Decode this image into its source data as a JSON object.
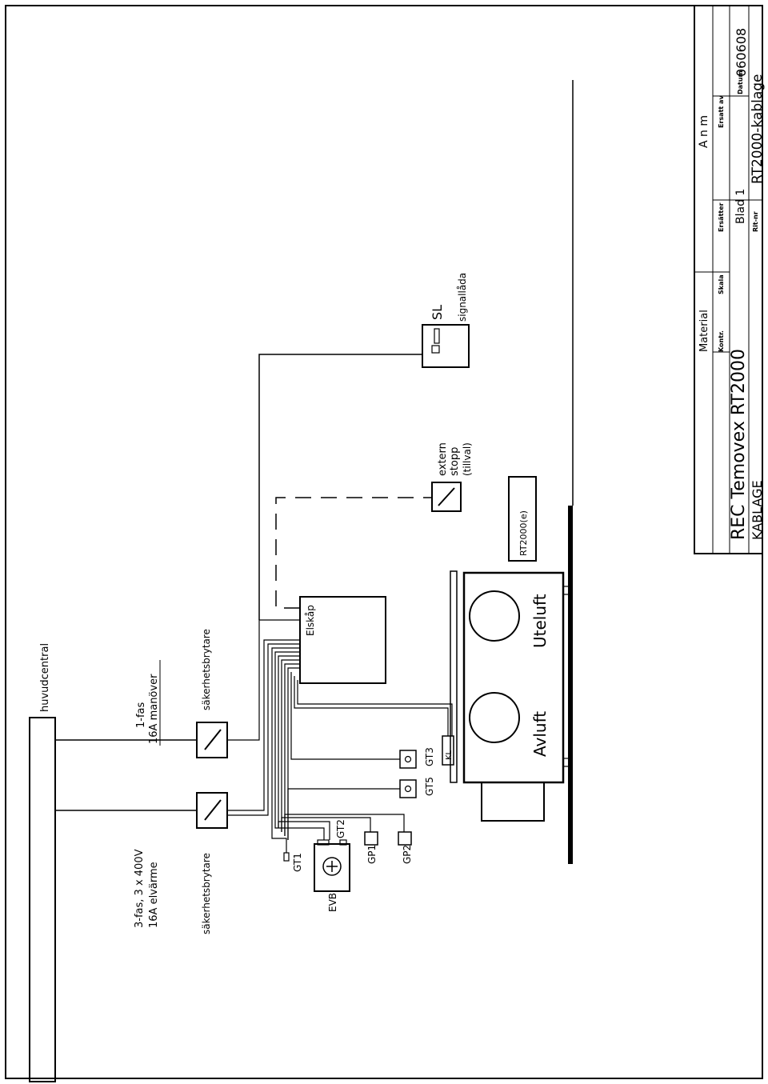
{
  "labels": {
    "huvudcentral": "huvudcentral",
    "phase3_line1": "3-fas, 3 x 400V",
    "phase3_line2": "16A elvärme",
    "phase1_line1": "1-fas",
    "phase1_line2": "16A manöver",
    "safety_switch_left": "säkerhetsbrytare",
    "safety_switch_right": "säkerhetsbrytare",
    "elskap": "Elskåp",
    "gt1": "GT1",
    "gt2": "GT2",
    "gt3": "GT3",
    "gt5": "GT5",
    "gp1": "GP1",
    "gp2": "GP2",
    "evb": "EVB",
    "kl": "KL",
    "avluft": "Avluft",
    "uteluft": "Uteluft",
    "rt2000e": "RT2000(e)",
    "extern_line1": "extern",
    "extern_line2": "stopp",
    "extern_line3": "(tillval)",
    "sl": "SL",
    "signallada": "signallåda"
  },
  "title_block": {
    "anm": "A n m",
    "material": "Material",
    "kontr": "Kontr.",
    "skala": "Skala",
    "ersatter": "Ersätter",
    "ersatt_av": "Ersatt av",
    "datum_label": "Datum",
    "datum_value": "060608",
    "blad": "Blad 1",
    "title_line1": "REC Temovex RT2000",
    "title_line2": "KABLAGE",
    "ritnr_label": "Rit-nr",
    "ritnr_value": "RT2000-kablage"
  },
  "icons": {
    "evb_symbol": "circle-plus-icon",
    "switch_symbol": "slash-switch-icon",
    "fan_symbol": "circle-fan-icon"
  }
}
